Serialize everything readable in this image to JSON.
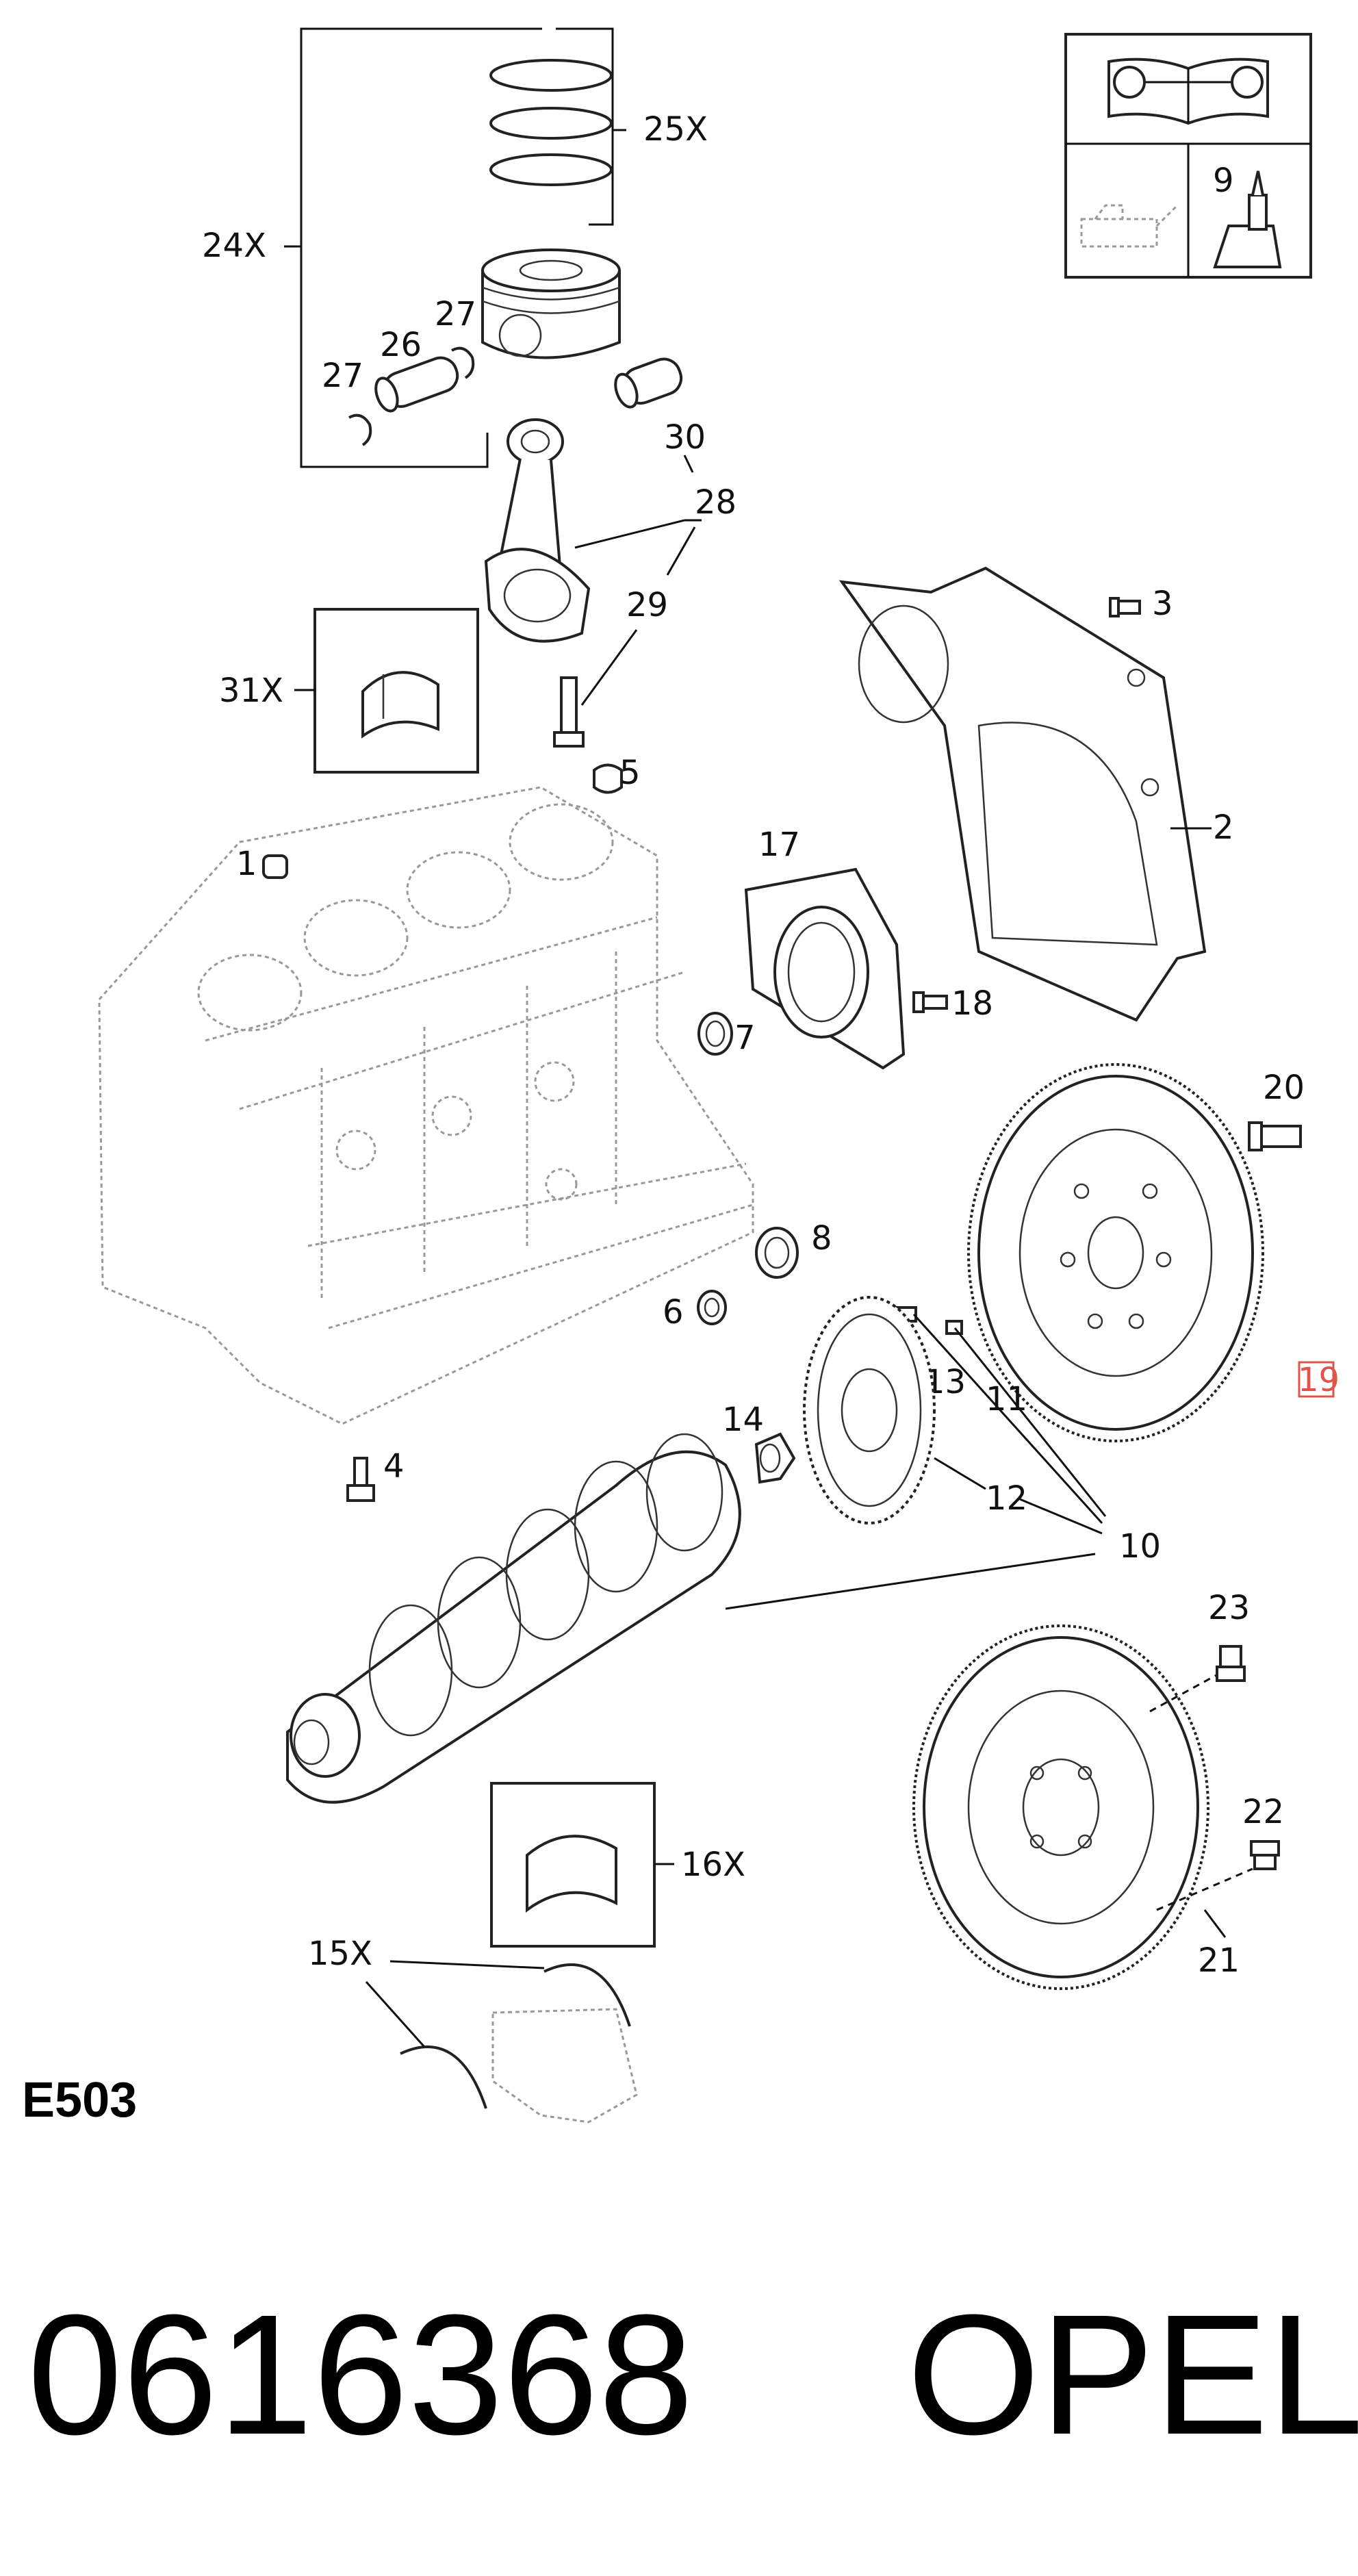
{
  "diagram_code": "E503",
  "part_number": "0616368",
  "brand": "OPEL",
  "callouts": {
    "c1": "1",
    "c2": "2",
    "c3": "3",
    "c4": "4",
    "c5": "5",
    "c6": "6",
    "c7": "7",
    "c8": "8",
    "c9": "9",
    "c10": "10",
    "c11": "11",
    "c12": "12",
    "c13": "13",
    "c14": "14",
    "c15x": "15X",
    "c16x": "16X",
    "c17": "17",
    "c18": "18",
    "c19": "19",
    "c20": "20",
    "c21": "21",
    "c22": "22",
    "c23": "23",
    "c24x": "24X",
    "c25x": "25X",
    "c26": "26",
    "c27a": "27",
    "c27b": "27",
    "c28": "28",
    "c29": "29",
    "c30": "30",
    "c31x": "31X"
  },
  "highlighted_callout": "19",
  "icons": [
    "manual-wrench-icon",
    "oil-can-icon",
    "sealant-tube-icon"
  ]
}
